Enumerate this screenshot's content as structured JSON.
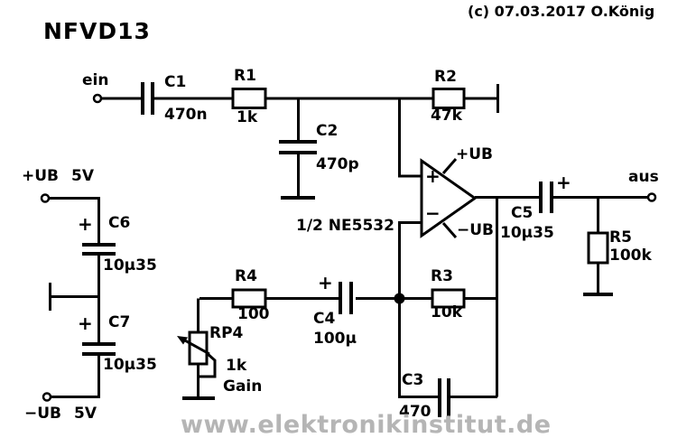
{
  "header": {
    "title": "NFVD13",
    "copyright": "(c) 07.03.2017 O.König"
  },
  "watermark": "www.elektronikinstitut.de",
  "io": {
    "input_label": "ein",
    "output_label": "aus"
  },
  "power": {
    "pos_label": "+UB",
    "pos_value": "5V",
    "neg_label": "−UB",
    "neg_value": "5V"
  },
  "opamp": {
    "name": "1/2 NE5532",
    "noninv": "+",
    "inv": "−",
    "vpos": "+UB",
    "vneg": "−UB"
  },
  "components": {
    "c1": {
      "ref": "C1",
      "value": "470n"
    },
    "c2": {
      "ref": "C2",
      "value": "470p"
    },
    "c3": {
      "ref": "C3",
      "value": "470"
    },
    "c4": {
      "ref": "C4",
      "value": "100µ",
      "polarity": "+"
    },
    "c5": {
      "ref": "C5",
      "value": "10µ35",
      "polarity": "+"
    },
    "c6": {
      "ref": "C6",
      "value": "10µ35",
      "polarity": "+"
    },
    "c7": {
      "ref": "C7",
      "value": "10µ35",
      "polarity": "+"
    },
    "r1": {
      "ref": "R1",
      "value": "1k"
    },
    "r2": {
      "ref": "R2",
      "value": "47k"
    },
    "r3": {
      "ref": "R3",
      "value": "10k"
    },
    "r4": {
      "ref": "R4",
      "value": "100"
    },
    "r5": {
      "ref": "R5",
      "value": "100k"
    },
    "rp4": {
      "ref": "RP4",
      "value": "1k",
      "function": "Gain"
    }
  },
  "colors": {
    "ink": "#000000",
    "background": "#ffffff",
    "watermark": "#b5b5b5"
  }
}
